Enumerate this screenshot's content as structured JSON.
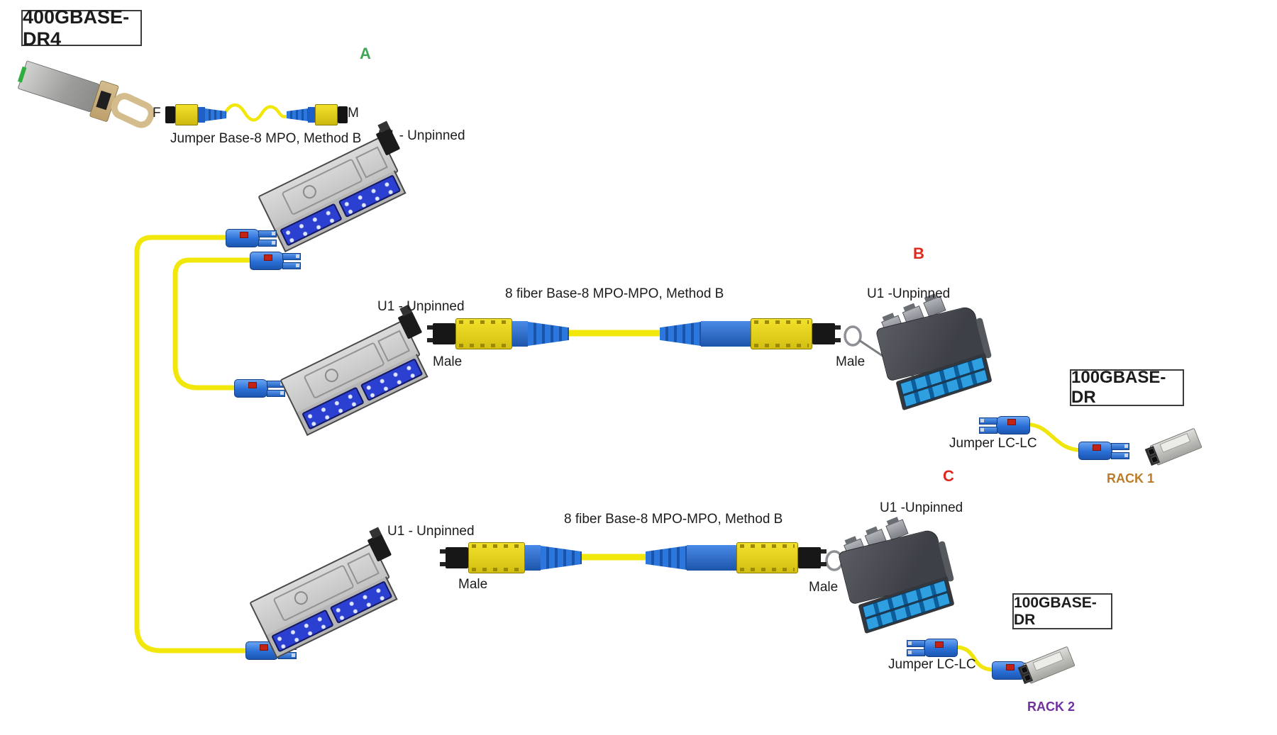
{
  "source": {
    "title": "400GBASE-DR4",
    "point_label": "A",
    "jumper": {
      "end_f": "F",
      "end_m": "M",
      "label": "Jumper Base-8 MPO, Method B"
    }
  },
  "cassette_a": {
    "label": "U1 - Unpinned"
  },
  "row_b": {
    "point_label": "B",
    "cassette_left_label": "U1 - Unpinned",
    "trunk_label": "8 fiber Base-8 MPO-MPO, Method B",
    "male_left": "Male",
    "male_right": "Male",
    "cassette_right_label": "U1 -Unpinned",
    "target_title": "100GBASE-DR",
    "jumper_label": "Jumper LC-LC",
    "rack_label": "RACK 1"
  },
  "row_c": {
    "point_label": "C",
    "cassette_left_label": "U1 - Unpinned",
    "trunk_label": "8 fiber Base-8 MPO-MPO, Method B",
    "male_left": "Male",
    "male_right": "Male",
    "cassette_right_label": "U1 -Unpinned",
    "target_title": "100GBASE-DR",
    "jumper_label": "Jumper LC-LC",
    "rack_label": "RACK 2"
  },
  "colors": {
    "cable_yellow": "#f2e70a",
    "mpo_body_yellow": "#e6d41f",
    "connector_blue": "#2b77dd",
    "point_a_green": "#3fa653",
    "point_bc_red": "#e0291e",
    "rack1_orange": "#bd7b28",
    "rack2_purple": "#7030a0",
    "cassette_gray": "#cdcdcd",
    "cassette_black": "#45484d",
    "port_blue": "#2f9fe0"
  }
}
